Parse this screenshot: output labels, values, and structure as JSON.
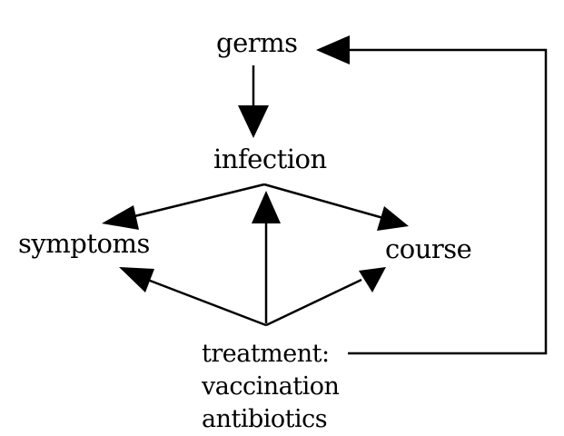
{
  "nodes": {
    "germs": "germs",
    "infection": "infection",
    "symptoms": "symptoms",
    "course": "course",
    "treatment": "treatment:",
    "treatment_items": [
      "vaccination",
      "antibiotics"
    ]
  },
  "colors": {
    "line": "#000000",
    "background": "#ffffff"
  }
}
